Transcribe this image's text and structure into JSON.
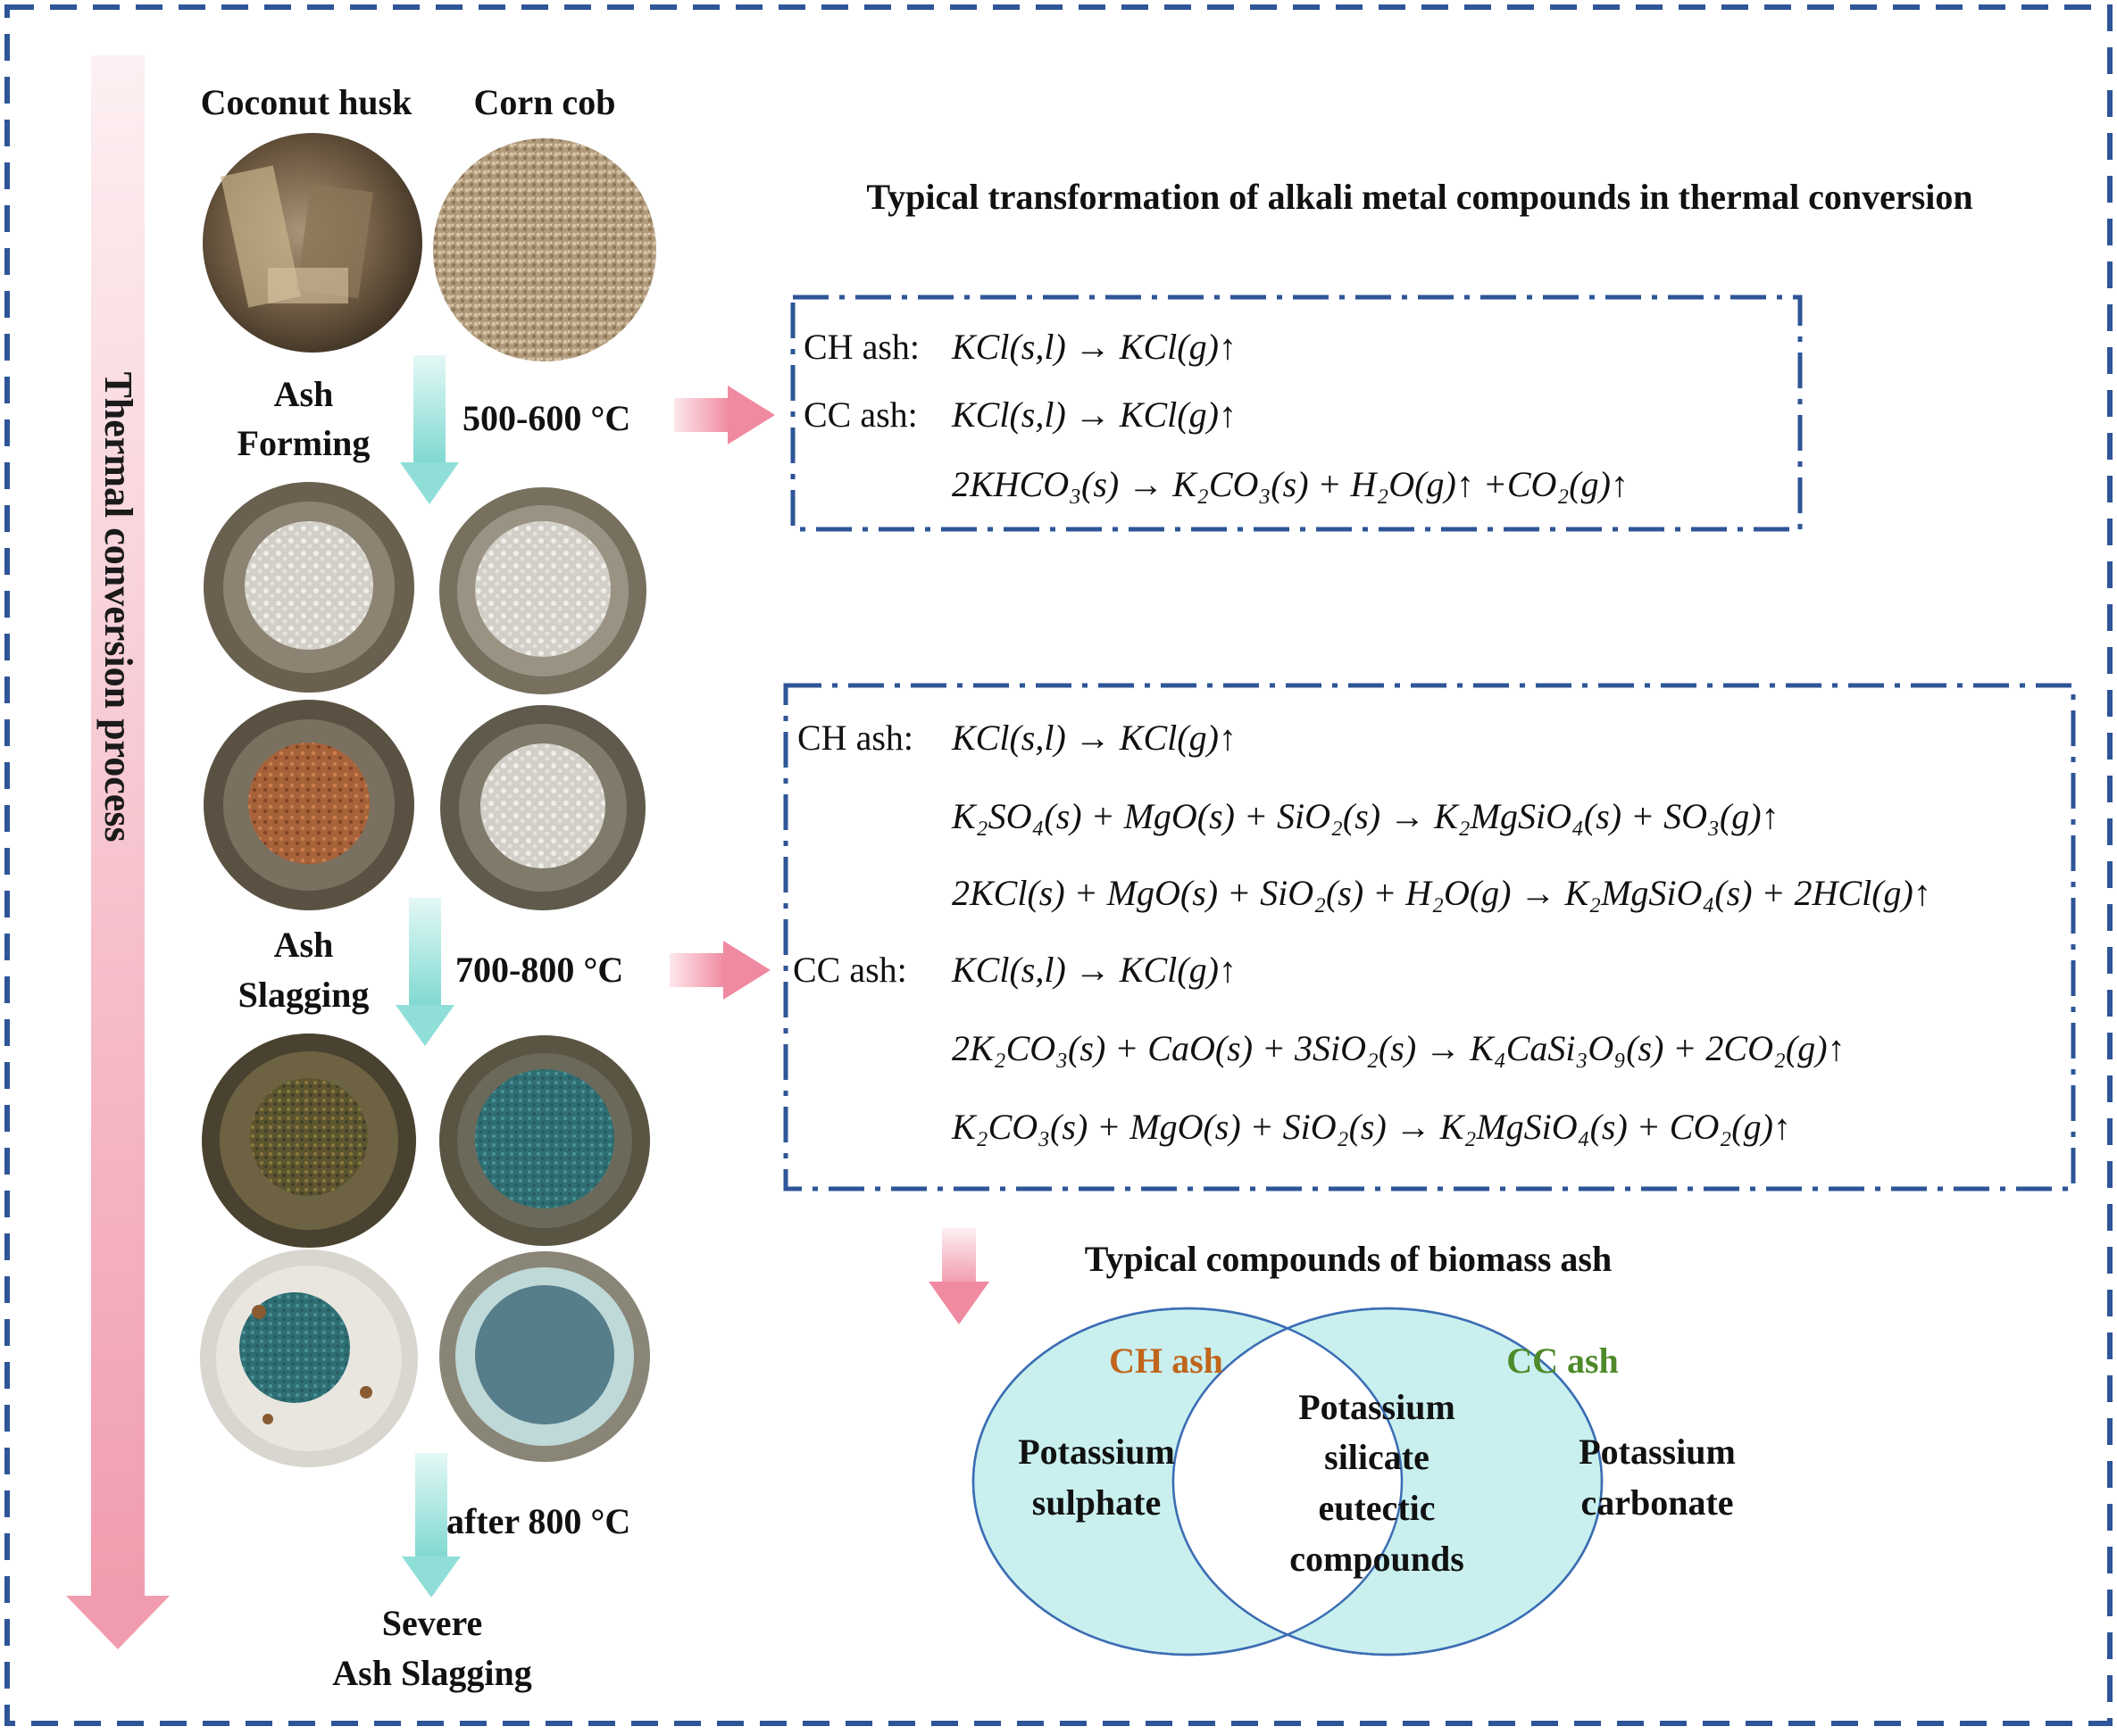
{
  "process_label": "Thermal conversion process",
  "samples": {
    "left_name": "Coconut husk",
    "right_name": "Corn cob"
  },
  "stages": {
    "forming_line1": "Ash",
    "forming_line2": "Forming",
    "slagging_line1": "Ash",
    "slagging_line2": "Slagging",
    "severe_line1": "Severe",
    "severe_line2": "Ash Slagging"
  },
  "temps": {
    "t1": "500-600 °C",
    "t2": "700-800 °C",
    "t3": "after 800 °C"
  },
  "transformation_title": "Typical transformation of alkali metal compounds in thermal conversion",
  "box1": {
    "ch_label": "CH ash:",
    "cc_label": "CC ash:",
    "r1": "KCl(s,l) → KCl(g)↑",
    "r2": "KCl(s,l) → KCl(g)↑",
    "r3": "2KHCO₃(s) → K₂CO₃(s) + H₂O(g)↑ +CO₂(g)↑"
  },
  "box2": {
    "ch_label": "CH ash:",
    "cc_label": "CC ash:",
    "r1": "KCl(s,l) → KCl(g)↑",
    "r2": "K₂SO₄(s) + MgO(s) + SiO₂(s) → K₂MgSiO₄(s) + SO₃(g)↑",
    "r3": "2KCl(s) + MgO(s) + SiO₂(s) + H₂O(g) → K₂MgSiO₄(s) + 2HCl(g)↑",
    "r4": "KCl(s,l) → KCl(g)↑",
    "r5": "2K₂CO₃(s) + CaO(s) + 3SiO₂(s) → K₄CaSi₃O₉(s) + 2CO₂(g)↑",
    "r6": "K₂CO₃(s) + MgO(s) + SiO₂(s) → K₂MgSiO₄(s) + CO₂(g)↑"
  },
  "compounds_title": "Typical compounds of biomass ash",
  "venn": {
    "left_title": "CH ash",
    "right_title": "CC ash",
    "left_l1": "Potassium",
    "left_l2": "sulphate",
    "right_l1": "Potassium",
    "right_l2": "carbonate",
    "mid_l1": "Potassium",
    "mid_l2": "silicate",
    "mid_l3": "eutectic",
    "mid_l4": "compounds"
  },
  "colors": {
    "frame": "#2e5597",
    "pink_arrow": "#f3a3b3",
    "teal_arrow": "#8fdfd8",
    "venn_fill": "#c9f0ef",
    "venn_stroke": "#3b6db3",
    "ch_title": "#c0651c",
    "cc_title": "#4e8a2a"
  }
}
